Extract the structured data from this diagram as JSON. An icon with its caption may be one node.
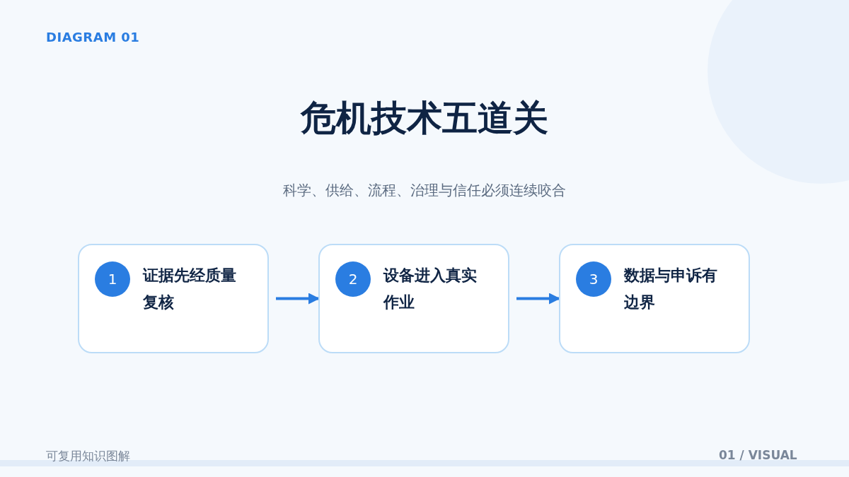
{
  "diagram": {
    "title": "危机技术五道关",
    "nodes": [
      {
        "text": [
          "证据先经质量复核"
        ]
      },
      {
        "text": [
          "1"
        ],
        "in": 0
      },
      {
        "text": [
          "设备进入真实作业"
        ]
      },
      {
        "text": [
          "2"
        ],
        "in": 2
      },
      {
        "text": [
          "数据与申诉有边界"
        ]
      },
      {
        "text": [
          "3"
        ],
        "in": 4
      }
    ],
    "edges": [
      {
        "from": 0,
        "to": 2,
        "arrow": "to"
      },
      {
        "from": 2,
        "to": 4,
        "arrow": "to"
      }
    ],
    "labels": [
      "DIAGRAM 01",
      "科学、供给、流程、治理与信任必须连续咬合",
      "可复用知识图解",
      "01 / VISUAL"
    ]
  }
}
